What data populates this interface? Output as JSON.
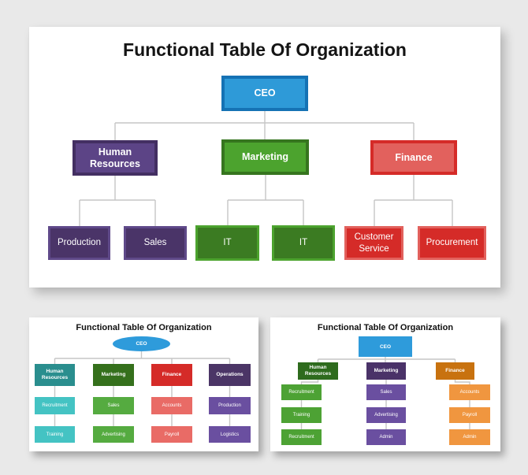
{
  "page": {
    "background": "#E9E9E9",
    "card_background": "#FFFFFF",
    "connector_color": "#C6C6C6"
  },
  "main_slide": {
    "title": "Functional Table Of Organization",
    "ceo": {
      "label": "CEO",
      "fill": "#2E9AD8",
      "border": "#1572B4"
    },
    "departments": [
      {
        "label": "Human Resources",
        "fill": "#5C4486",
        "border": "#432F62",
        "children": [
          {
            "label": "Production",
            "fill": "#4A3468",
            "border": "#5F4989"
          },
          {
            "label": "Sales",
            "fill": "#4A3468",
            "border": "#5F4989"
          }
        ]
      },
      {
        "label": "Marketing",
        "fill": "#4CA32E",
        "border": "#36751F",
        "children": [
          {
            "label": "IT",
            "fill": "#3B7B22",
            "border": "#4CA32E"
          },
          {
            "label": "IT",
            "fill": "#3B7B22",
            "border": "#4CA32E"
          }
        ]
      },
      {
        "label": "Finance",
        "fill": "#E2615D",
        "border": "#D52B28",
        "children": [
          {
            "label": "Customer Service",
            "fill": "#D52B28",
            "border": "#E2615D"
          },
          {
            "label": "Procurement",
            "fill": "#D52B28",
            "border": "#E2615D"
          }
        ]
      }
    ]
  },
  "left_slide": {
    "title": "Functional Table Of Organization",
    "ceo": {
      "label": "CEO",
      "fill": "#2E9BDB"
    },
    "columns": [
      {
        "header": "Human Resources",
        "header_fill": "#2A8E8E",
        "item_fill": "#44C3C3",
        "items": [
          "Recruitment",
          "Training"
        ]
      },
      {
        "header": "Marketing",
        "header_fill": "#35701C",
        "item_fill": "#55AB40",
        "items": [
          "Sales",
          "Advertising"
        ]
      },
      {
        "header": "Finance",
        "header_fill": "#D52B28",
        "item_fill": "#E96B66",
        "items": [
          "Accounts",
          "Payroll"
        ]
      },
      {
        "header": "Operations",
        "header_fill": "#4B3566",
        "item_fill": "#6A4FA0",
        "items": [
          "Production",
          "Logistics"
        ]
      }
    ]
  },
  "right_slide": {
    "title": "Functional Table Of Organization",
    "ceo": {
      "label": "CEO",
      "fill": "#2E9BDB"
    },
    "columns": [
      {
        "header": "Human Resources",
        "header_fill": "#2E6B1D",
        "item_fill": "#4DA234",
        "items": [
          "Recruitment",
          "Training",
          "Recruitment"
        ]
      },
      {
        "header": "Marketing",
        "header_fill": "#4A3268",
        "item_fill": "#6A4FA0",
        "items": [
          "Sales",
          "Advertising",
          "Admin"
        ]
      },
      {
        "header": "Finance",
        "header_fill": "#C8720F",
        "item_fill": "#F0963F",
        "items": [
          "Accounts",
          "Payroll",
          "Admin"
        ]
      }
    ]
  }
}
